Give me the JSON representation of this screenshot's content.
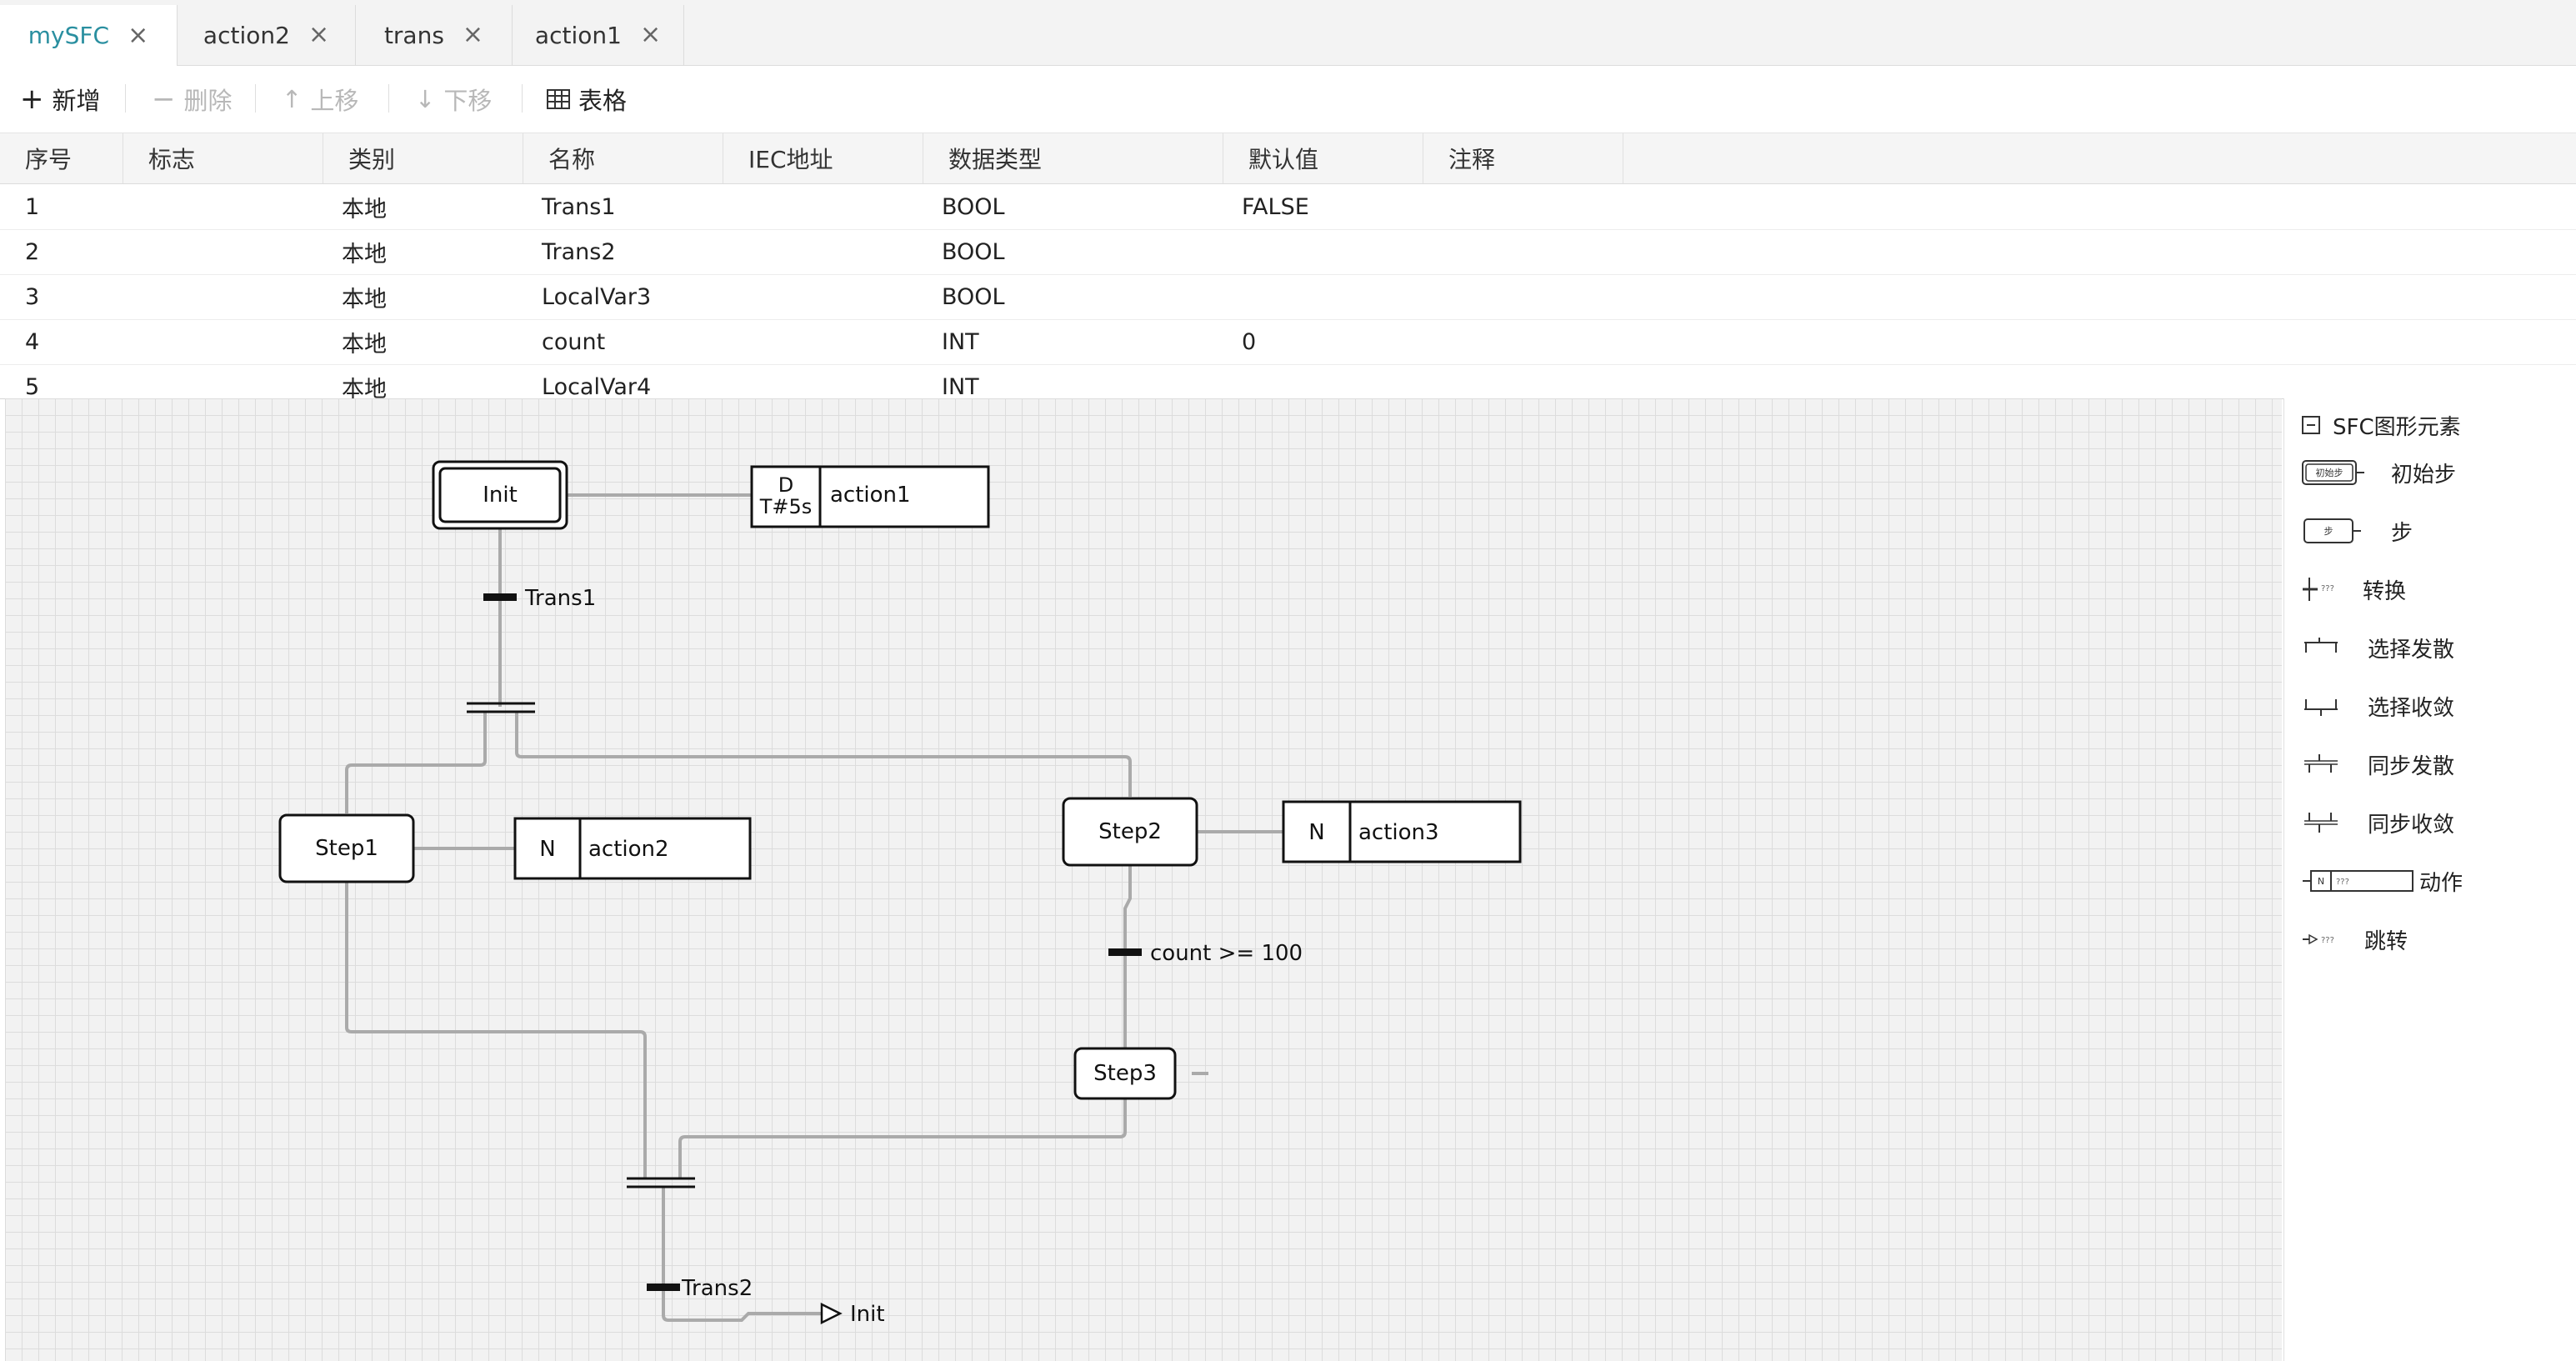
{
  "tabs": [
    {
      "label": "mySFC",
      "active": true
    },
    {
      "label": "action2",
      "active": false
    },
    {
      "label": "trans",
      "active": false
    },
    {
      "label": "action1",
      "active": false
    }
  ],
  "toolbar": {
    "add": "新增",
    "delete": "删除",
    "move_up": "上移",
    "move_down": "下移",
    "table": "表格"
  },
  "table": {
    "columns": [
      "序号",
      "标志",
      "类别",
      "名称",
      "IEC地址",
      "数据类型",
      "默认值",
      "注释"
    ],
    "rows": [
      [
        "1",
        "",
        "本地",
        "Trans1",
        "",
        "BOOL",
        "FALSE",
        ""
      ],
      [
        "2",
        "",
        "本地",
        "Trans2",
        "",
        "BOOL",
        "",
        ""
      ],
      [
        "3",
        "",
        "本地",
        "LocalVar3",
        "",
        "BOOL",
        "",
        ""
      ],
      [
        "4",
        "",
        "本地",
        "count",
        "",
        "INT",
        "0",
        ""
      ],
      [
        "5",
        "",
        "本地",
        "LocalVar4",
        "",
        "INT",
        "",
        ""
      ]
    ]
  },
  "sfc": {
    "init_step": "Init",
    "init_action": {
      "qualifier": "D",
      "duration": "T#5s",
      "name": "action1"
    },
    "trans1": "Trans1",
    "step1": "Step1",
    "step1_action": {
      "qualifier": "N",
      "name": "action2"
    },
    "step2": "Step2",
    "step2_action": {
      "qualifier": "N",
      "name": "action3"
    },
    "trans_count": "count >= 100",
    "step3": "Step3",
    "trans2": "Trans2",
    "jump_target": "Init"
  },
  "palette": {
    "title": "SFC图形元素",
    "init_step_icon_text": "初始步",
    "step_icon_text": "步",
    "action_icon_qualifier": "N",
    "placeholder": "???",
    "items": [
      "初始步",
      "步",
      "转换",
      "选择发散",
      "选择收敛",
      "同步发散",
      "同步收敛",
      "动作",
      "跳转"
    ]
  },
  "colors": {
    "accent": "#2a8fa0",
    "wire": "#aaaaaa",
    "canvas_bg": "#f2f2f2"
  }
}
